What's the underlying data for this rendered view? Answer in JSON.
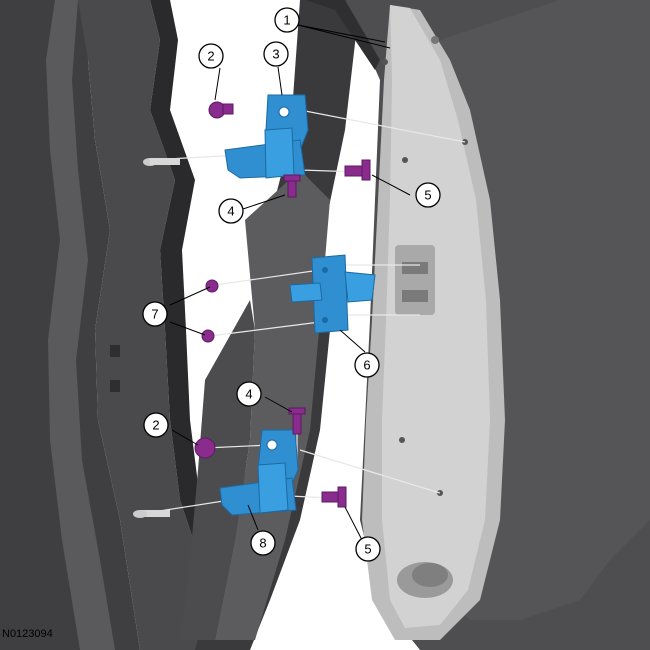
{
  "figure": {
    "figure_id": "N0123094",
    "callouts": [
      {
        "key": "c1a",
        "label": "1"
      },
      {
        "key": "c2a",
        "label": "2"
      },
      {
        "key": "c3",
        "label": "3"
      },
      {
        "key": "c4a",
        "label": "4"
      },
      {
        "key": "c5a",
        "label": "5"
      },
      {
        "key": "c7",
        "label": "7"
      },
      {
        "key": "c6",
        "label": "6"
      },
      {
        "key": "c4b",
        "label": "4"
      },
      {
        "key": "c2b",
        "label": "2"
      },
      {
        "key": "c8",
        "label": "8"
      },
      {
        "key": "c5b",
        "label": "5"
      }
    ]
  },
  "colors": {
    "body_dark": "#3f3f41",
    "body_mid": "#5a5a5c",
    "body_shadow": "#2a2a2c",
    "door_edge": "#d2d2d2",
    "door_face": "#bdbdbd",
    "door_panel": "#4e4e50",
    "hinge_blue": "#2f8fd0",
    "hinge_blue_dark": "#1c6aa3",
    "fastener_purple": "#8a2b8e",
    "fastener_purple_dark": "#5e1a63"
  }
}
